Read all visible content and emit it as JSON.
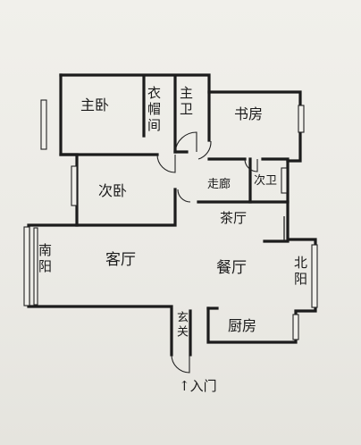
{
  "rooms": {
    "master_bedroom": "主卧",
    "closet": "衣帽间",
    "master_bath": "主卫",
    "study": "书房",
    "second_bedroom": "次卧",
    "hallway": "走廊",
    "second_bath": "次卫",
    "tea_room": "茶厅",
    "south_balcony": "南阳",
    "living_room": "客厅",
    "dining_room": "餐厅",
    "north_balcony": "北阳",
    "foyer": "玄关",
    "kitchen": "厨房"
  },
  "entrance_label": "↑入门"
}
